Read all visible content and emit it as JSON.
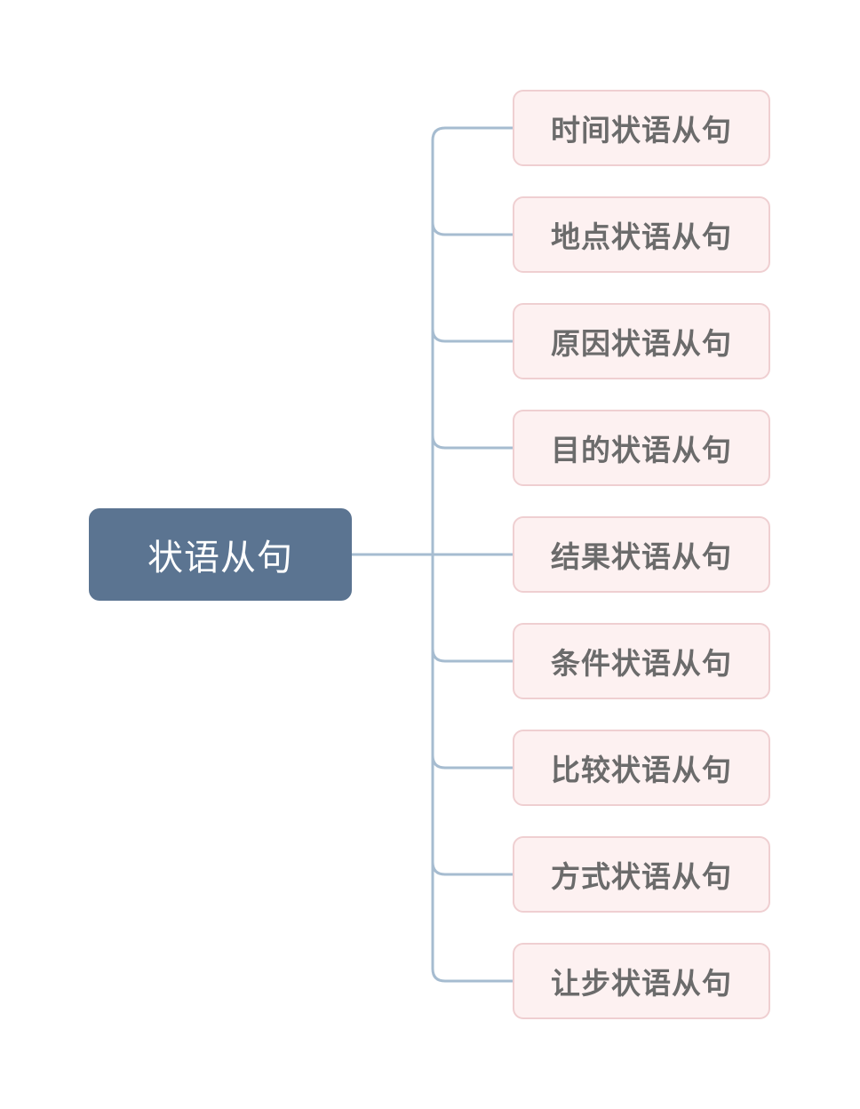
{
  "root": {
    "label": "状语从句"
  },
  "branches": [
    {
      "label": "时间状语从句"
    },
    {
      "label": "地点状语从句"
    },
    {
      "label": "原因状语从句"
    },
    {
      "label": "目的状语从句"
    },
    {
      "label": "结果状语从句"
    },
    {
      "label": "条件状语从句"
    },
    {
      "label": "比较状语从句"
    },
    {
      "label": "方式状语从句"
    },
    {
      "label": "让步状语从句"
    }
  ],
  "colors": {
    "root_fill": "#5b7491",
    "root_text": "#ffffff",
    "branch_fill": "#fdf1f1",
    "branch_border": "#efcfd1",
    "branch_text": "#6b6b6b",
    "connector": "#a6bcd0"
  }
}
